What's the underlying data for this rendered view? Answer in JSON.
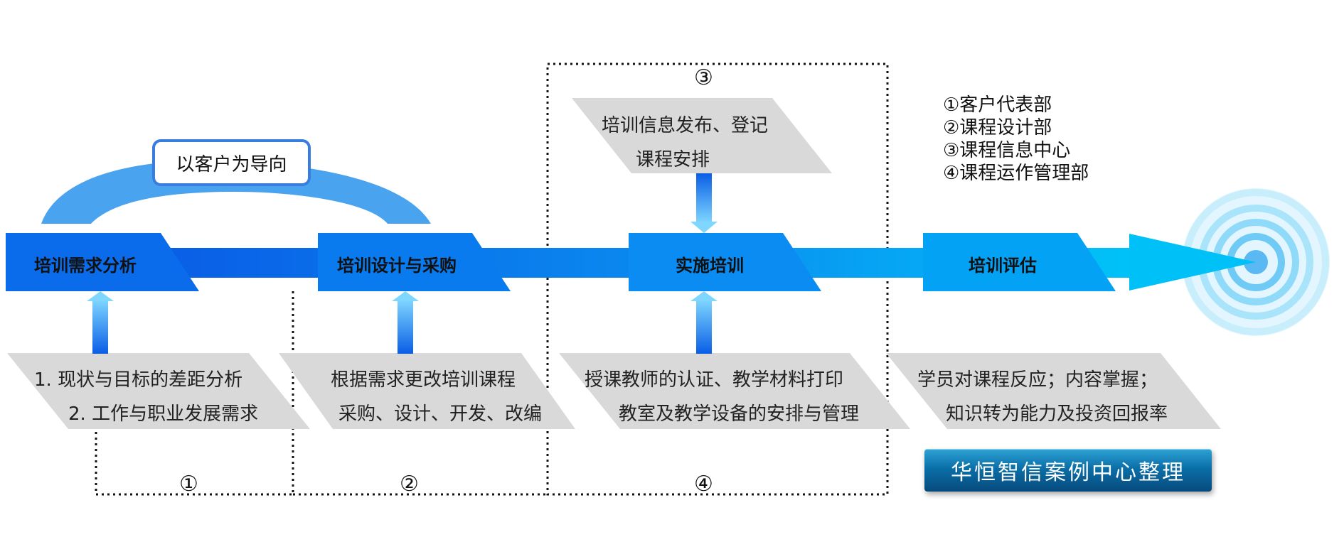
{
  "orientation_label": "以客户为导向",
  "stages": [
    {
      "label": "培训需求分析",
      "desc_line1": "1. 现状与目标的差距分析",
      "desc_line2": "2. 工作与职业发展需求"
    },
    {
      "label": "培训设计与采购",
      "desc_line1": "根据需求更改培训课程",
      "desc_line2": "采购、设计、开发、改编"
    },
    {
      "label": "实施培训",
      "desc_line1": "授课教师的认证、教学材料打印",
      "desc_line2": "教室及教学设备的安排与管理"
    },
    {
      "label": "培训评估",
      "desc_line1": "学员对课程反应；内容掌握；",
      "desc_line2": "知识转为能力及投资回报率"
    }
  ],
  "top_box": {
    "line1": "培训信息发布、登记",
    "line2": "课程安排"
  },
  "region_numbers": [
    "①",
    "②",
    "③",
    "④"
  ],
  "legend": [
    "①客户代表部",
    "②课程设计部",
    "③课程信息中心",
    "④课程运作管理部"
  ],
  "badge": "华恒智信案例中心整理",
  "colors": {
    "arrow_dark": "#0a66e6",
    "arrow_light": "#00c0f8",
    "panel": "#d9d9d9",
    "arc": "#4aa3ee"
  }
}
